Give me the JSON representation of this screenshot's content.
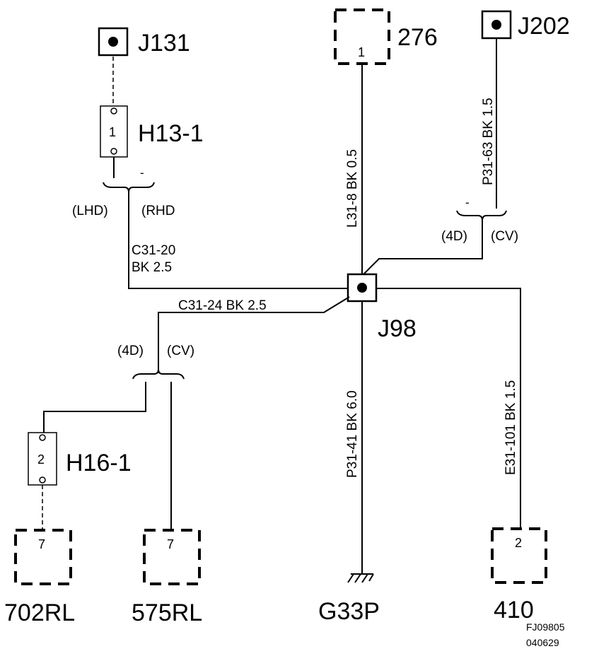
{
  "components": {
    "j131": {
      "label": "J131"
    },
    "h13": {
      "label": "H13-1",
      "pin": "1"
    },
    "c276": {
      "label": "276",
      "pin": "1"
    },
    "j202": {
      "label": "J202"
    },
    "j98": {
      "label": "J98"
    },
    "h16": {
      "label": "H16-1",
      "pin": "2"
    },
    "c702": {
      "label": "702RL",
      "pin": "7"
    },
    "c575": {
      "label": "575RL",
      "pin": "7"
    },
    "g33p": {
      "label": "G33P"
    },
    "c410": {
      "label": "410",
      "pin": "2"
    }
  },
  "wires": {
    "l31_8": "L31-8   BK  0.5",
    "p31_63": "P31-63  BK   1.5",
    "c31_20_a": "C31-20",
    "c31_20_b": "BK    2.5",
    "c31_24": "C31-24  BK    2.5",
    "p31_41": "P31-41  BK  6.0",
    "e31_101": "E31-101  BK   1.5"
  },
  "variants": {
    "lhd": "(LHD)",
    "rhd": "(RHD",
    "d4_top": "(4D)",
    "cv_top": "(CV)",
    "d4_left": "(4D)",
    "cv_left": "(CV)",
    "dash_top_left": "-",
    "dash_top_right": "-"
  },
  "doc": {
    "code": "FJ09805",
    "date": "040629"
  }
}
